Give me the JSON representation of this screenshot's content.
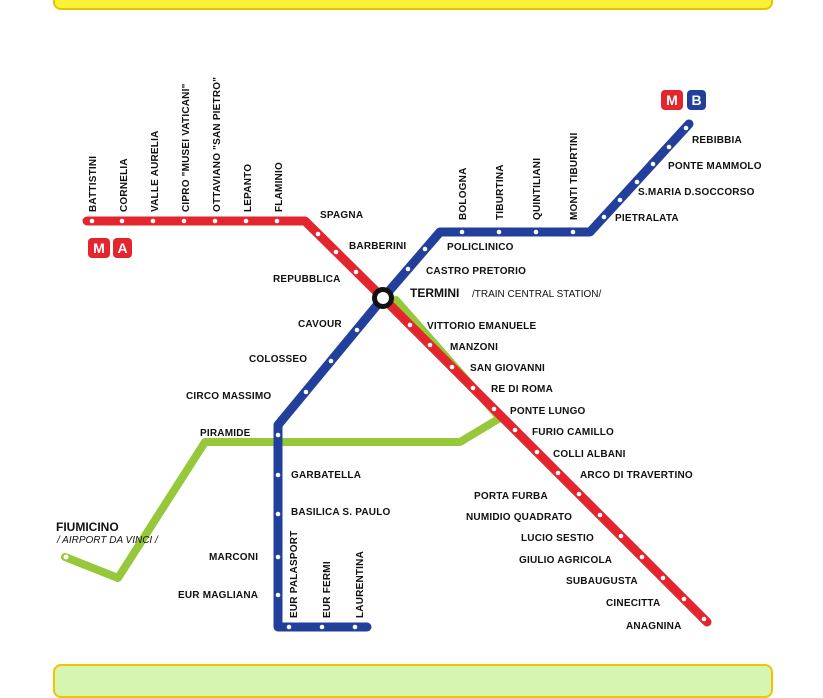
{
  "colors": {
    "line_a": "#e3262e",
    "line_b": "#223f9b",
    "line_c": "#96c83c",
    "stop_dot": "#ffffff",
    "interchange": "#111111"
  },
  "icons": {
    "metro_logo": "metro-m-icon",
    "interchange": "interchange-ring-icon"
  },
  "badges": {
    "line_a": {
      "m": "M",
      "letter": "A"
    },
    "line_b": {
      "m": "M",
      "letter": "B"
    }
  },
  "stations": {
    "battistini": "BATTISTINI",
    "cornelia": "CORNELIA",
    "valle_aurelia": "VALLE AURELIA",
    "cipro": "CIPRO \"MUSEI VATICANI\"",
    "ottaviano": "OTTAVIANO \"SAN PIETRO\"",
    "lepanto": "LEPANTO",
    "flaminio": "FLAMINIO",
    "spagna": "SPAGNA",
    "barberini": "BARBERINI",
    "repubblica": "REPUBBLICA",
    "termini": "TERMINI",
    "termini_sub": "/TRAIN CENTRAL STATION/",
    "vittorio_emanuele": "VITTORIO EMANUELE",
    "manzoni": "MANZONI",
    "san_giovanni": "SAN GIOVANNI",
    "re_di_roma": "RE DI ROMA",
    "ponte_lungo": "PONTE LUNGO",
    "furio_camillo": "FURIO CAMILLO",
    "colli_albani": "COLLI ALBANI",
    "arco_di_travertino": "ARCO DI TRAVERTINO",
    "porta_furba": "PORTA FURBA",
    "numidio_quadrato": "NUMIDIO QUADRATO",
    "lucio_sestio": "LUCIO SESTIO",
    "giulio_agricola": "GIULIO AGRICOLA",
    "subaugusta": "SUBAUGUSTA",
    "cinecitta": "CINECITTA",
    "anagnina": "ANAGNINA",
    "rebibbia": "REBIBBIA",
    "ponte_mammolo": "PONTE MAMMOLO",
    "santa_maria": "S.MARIA D.SOCCORSO",
    "pietralata": "PIETRALATA",
    "bologna": "BOLOGNA",
    "tiburtina": "TIBURTINA",
    "quintiliani": "QUINTILIANI",
    "monti_tiburtini": "MONTI TIBURTINI",
    "policlinico": "POLICLINICO",
    "castro_pretorio": "CASTRO PRETORIO",
    "cavour": "CAVOUR",
    "colosseo": "COLOSSEO",
    "circo_massimo": "CIRCO MASSIMO",
    "piramide": "PIRAMIDE",
    "garbatella": "GARBATELLA",
    "basilica": "BASILICA S. PAULO",
    "marconi": "MARCONI",
    "eur_magliana": "EUR MAGLIANA",
    "eur_palasport": "EUR PALASPORT",
    "eur_fermi": "EUR FERMI",
    "laurentina": "LAURENTINA",
    "fiumicino": "FIUMICINO",
    "fiumicino_sub": "/ AIRPORT DA VINCI /"
  }
}
